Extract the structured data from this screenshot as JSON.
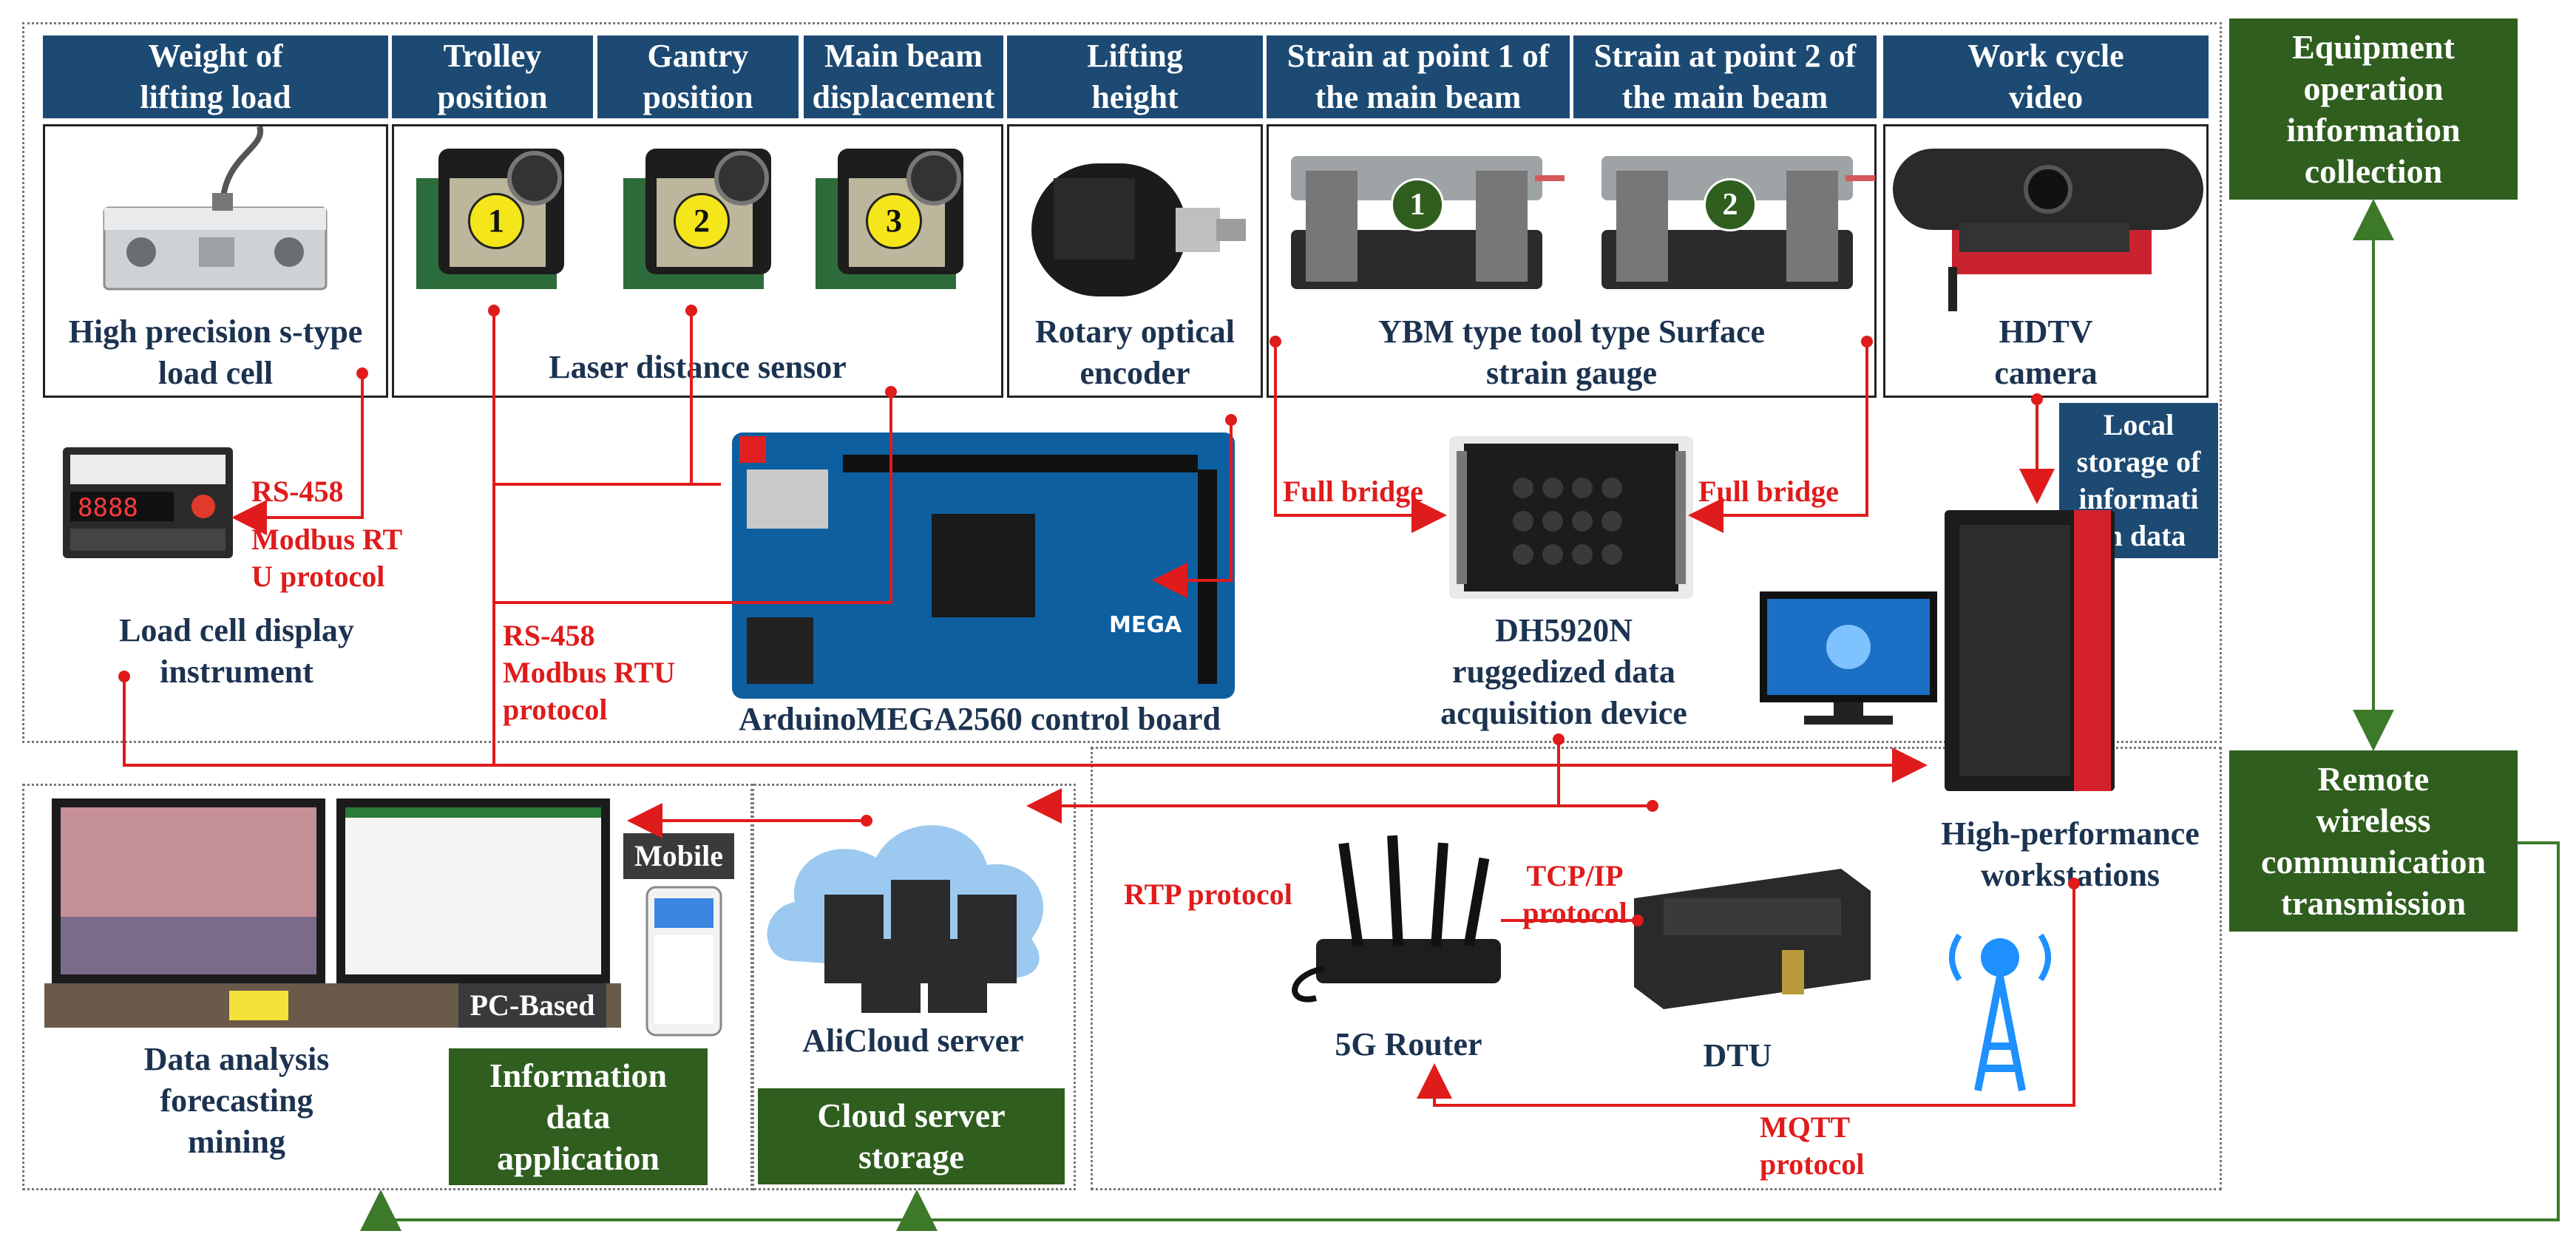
{
  "headers": {
    "weight": "Weight of\nlifting load",
    "trolley": "Trolley\nposition",
    "gantry": "Gantry\nposition",
    "beam_disp": "Main beam\ndisplacement",
    "lifting": "Lifting\nheight",
    "strain1": "Strain at point 1 of\nthe main beam",
    "strain2": "Strain at point 2 of\nthe main beam",
    "video": "Work cycle\nvideo"
  },
  "panels": {
    "load_cell": "High precision s-type\nload cell",
    "laser": "Laser distance sensor",
    "encoder": "Rotary optical\nencoder",
    "strain_gauge": "YBM type tool type Surface\nstrain gauge",
    "camera": "HDTV\ncamera"
  },
  "markers": {
    "n1": "1",
    "n2": "2",
    "n3": "3",
    "g1": "1",
    "g2": "2"
  },
  "labels": {
    "load_display": "Load cell display\ninstrument",
    "arduino": "ArduinoMEGA2560 control board",
    "dh": "DH5920N\nruggedized data\nacquisition device",
    "workstation": "High-performance\nworkstations",
    "local_storage": "Local\nstorage of\ninformati\non data",
    "data_analysis": "Data analysis\nforecasting\nmining",
    "alicloud": "AliCloud server",
    "router": "5G Router",
    "dtu": "DTU",
    "mobile": "Mobile",
    "pc_based": "PC-Based"
  },
  "protocols": {
    "rs458_a": "RS-458",
    "modbus_a": "Modbus RT\nU protocol",
    "rs458_b": "RS-458\nModbus RTU\nprotocol",
    "full_bridge_l": "Full bridge",
    "full_bridge_r": "Full bridge",
    "rtp": "RTP protocol",
    "tcpip": "TCP/IP\nprotocol",
    "mqtt": "MQTT\nprotocol"
  },
  "side_boxes": {
    "collection": "Equipment\noperation\ninformation\ncollection",
    "transmission": "Remote\nwireless\ncommunication\ntransmission"
  },
  "bottom_boxes": {
    "info_app": "Information\ndata\napplication",
    "cloud_storage": "Cloud server\nstorage"
  },
  "colors": {
    "header_blue": "#1c4a73",
    "green": "#2f5e1e",
    "wire_red": "#e01b1b",
    "wire_green": "#3c7a2a"
  }
}
